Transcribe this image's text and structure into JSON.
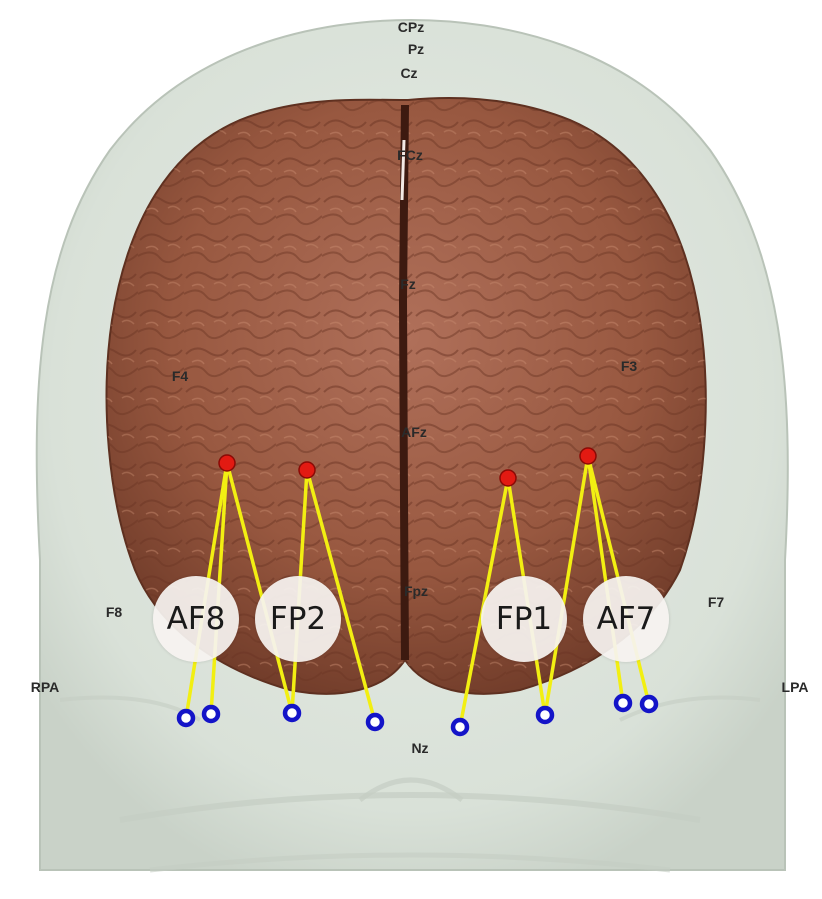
{
  "labels": {
    "cpz": "CPz",
    "pz": "Pz",
    "cz": "Cz",
    "fcz": "FCz",
    "fz": "Fz",
    "f4": "F4",
    "f3": "F3",
    "afz": "AFz",
    "fpz": "Fpz",
    "f8": "F8",
    "f7": "F7",
    "rpa": "RPA",
    "lpa": "LPA",
    "nz": "Nz"
  },
  "channels": {
    "af8": "AF8",
    "fp2": "FP2",
    "fp1": "FP1",
    "af7": "AF7"
  },
  "colors": {
    "scalp": "#dfe6df",
    "brain": "#9a5a43",
    "source_dot": "#e21a12",
    "detector_dot": "#1414c8",
    "connection_line": "#f2ef12",
    "badge_fill": "#f6f3f0"
  }
}
